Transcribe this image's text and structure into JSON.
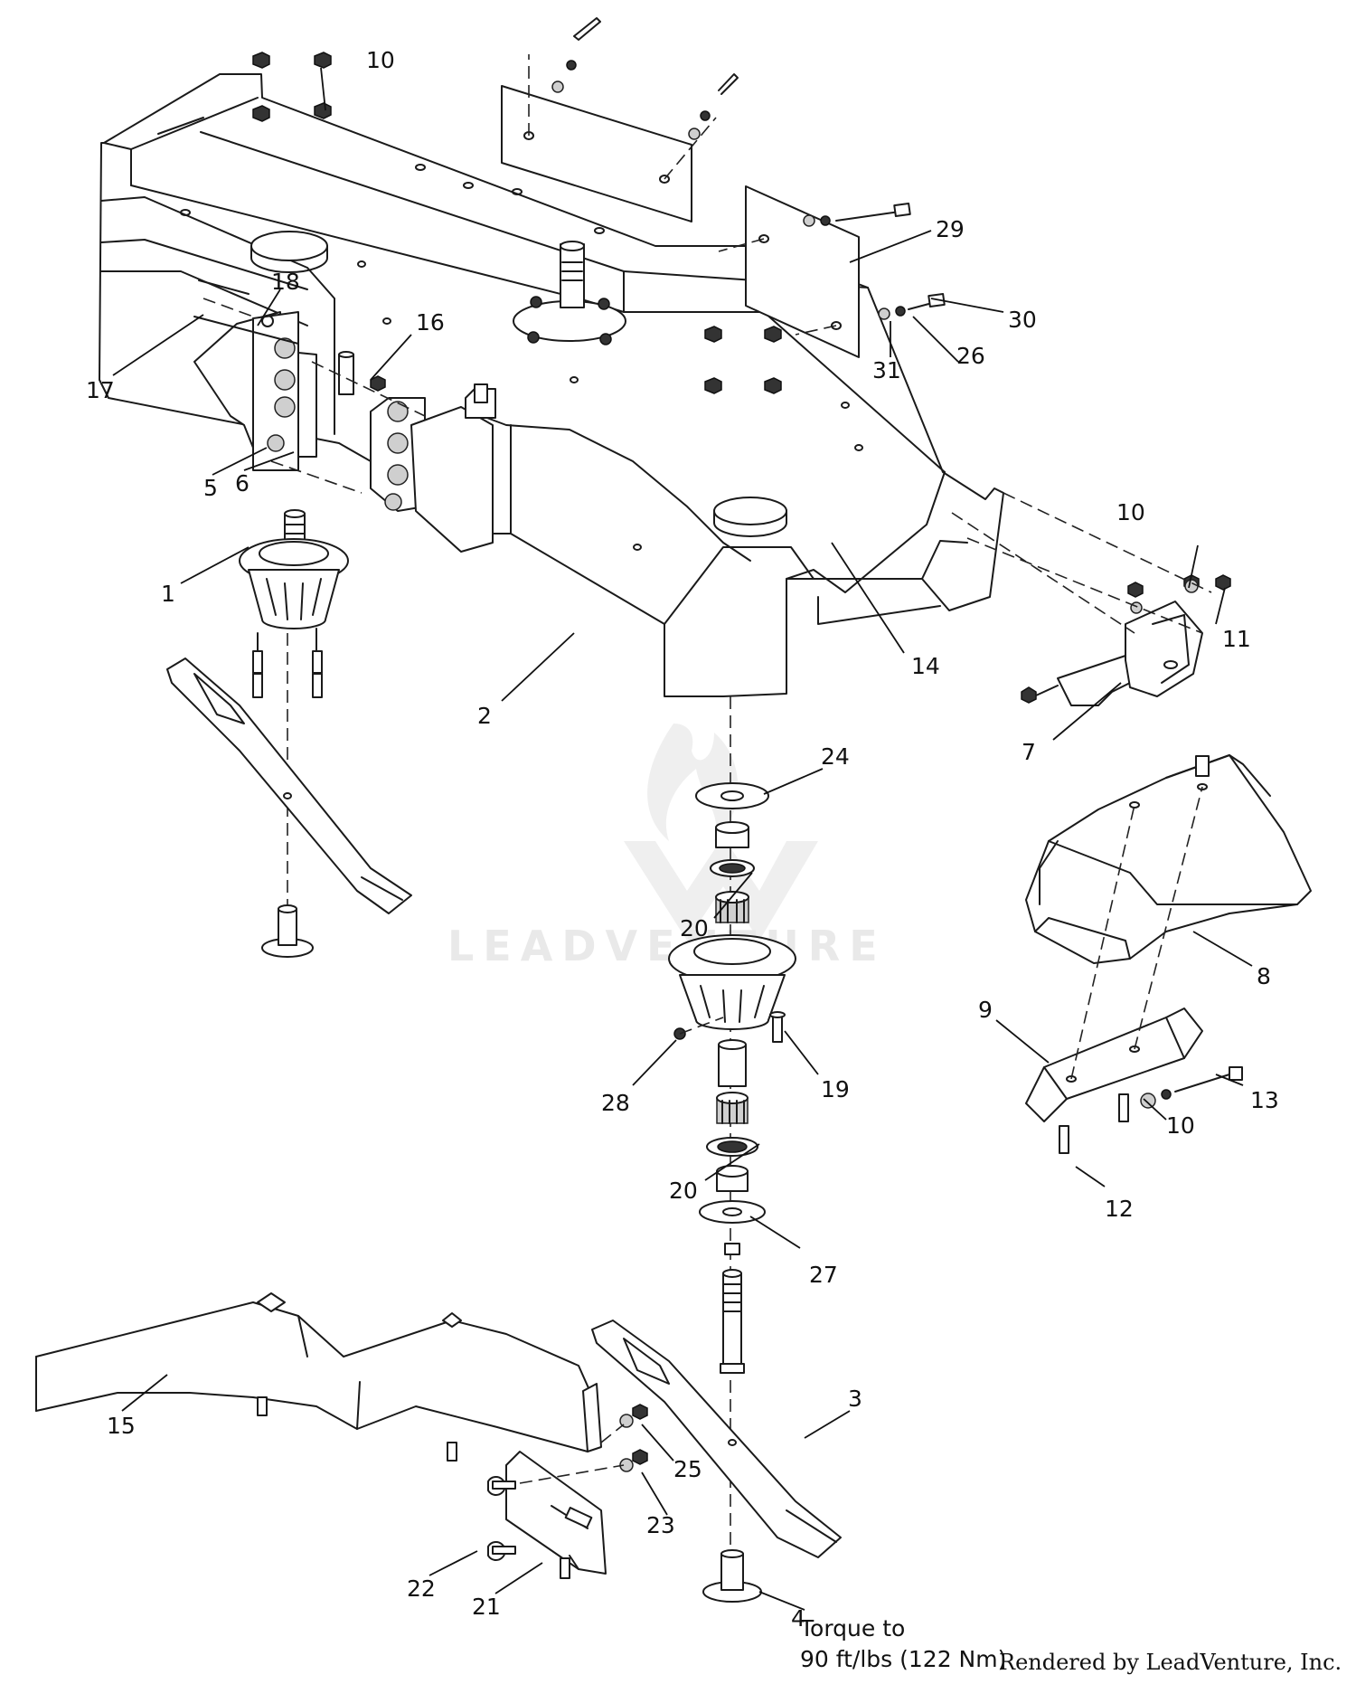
{
  "watermark": "LEADVENTURE",
  "torque_note": {
    "line1": "Torque to",
    "line2": "90 ft/lbs (122 Nm)"
  },
  "credit": "Rendered by LeadVenture, Inc.",
  "callouts": {
    "c1": "1",
    "c2": "2",
    "c3": "3",
    "c4": "4",
    "c5": "5",
    "c6": "6",
    "c7": "7",
    "c8": "8",
    "c9": "9",
    "c10a": "10",
    "c10b": "10",
    "c10c": "10",
    "c11": "11",
    "c12": "12",
    "c13": "13",
    "c14": "14",
    "c15": "15",
    "c16": "16",
    "c17": "17",
    "c18": "18",
    "c19": "19",
    "c20a": "20",
    "c20b": "20",
    "c21": "21",
    "c22": "22",
    "c23": "23",
    "c24": "24",
    "c25": "25",
    "c26": "26",
    "c27": "27",
    "c28": "28",
    "c29": "29",
    "c30": "30",
    "c31": "31"
  }
}
